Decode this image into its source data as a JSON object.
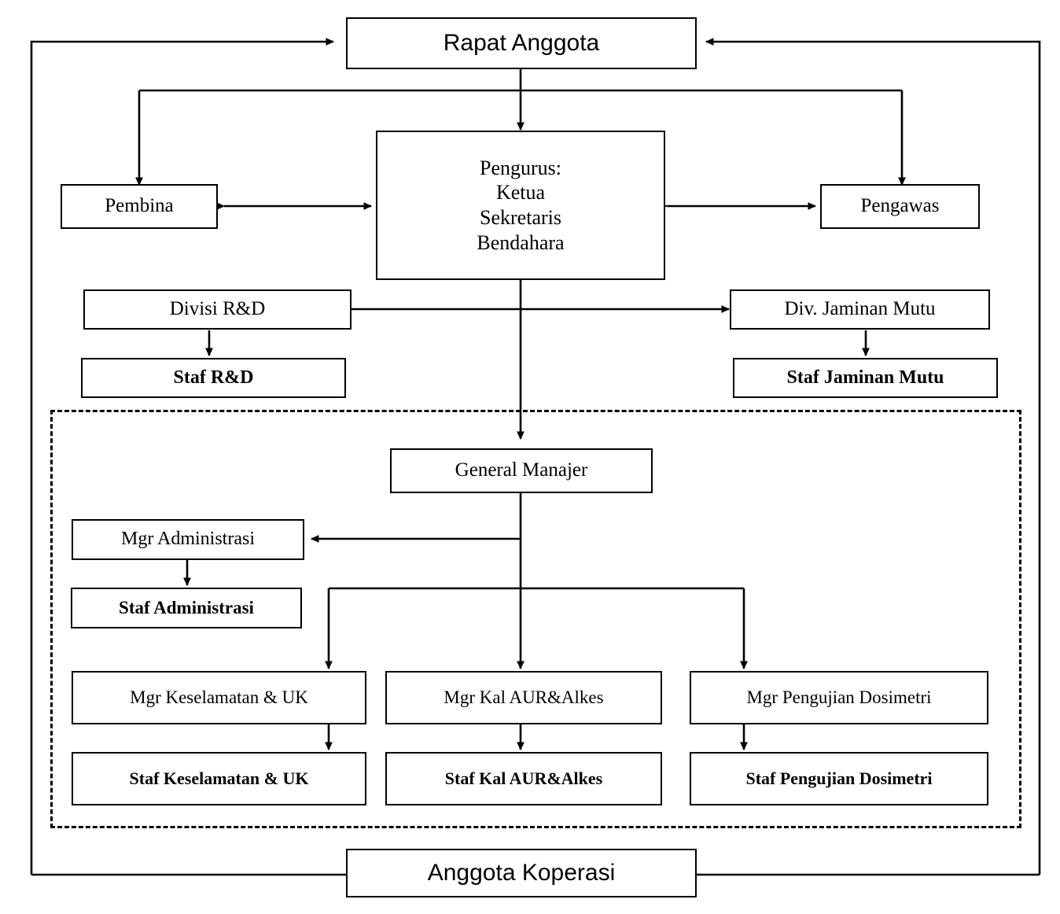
{
  "diagram": {
    "title": "Struktur Organisasi Koperasi",
    "type": "organizational-chart",
    "background_color": "#ffffff",
    "line_color": "#000000",
    "box_border_color": "#000000"
  },
  "nodes": {
    "rapat_anggota": "Rapat Anggota",
    "pembina": "Pembina",
    "pengawas": "Pengawas",
    "pengurus_line1": "Pengurus:",
    "pengurus_line2": "Ketua",
    "pengurus_line3": "Sekretaris",
    "pengurus_line4": "Bendahara",
    "divisi_rd": "Divisi R&D",
    "staf_rd": "Staf R&D",
    "div_jaminan_mutu": "Div. Jaminan Mutu",
    "staf_jaminan_mutu": "Staf Jaminan Mutu",
    "general_manajer": "General Manajer",
    "mgr_administrasi": "Mgr Administrasi",
    "staf_administrasi": "Staf Administrasi",
    "mgr_keselamatan": "Mgr Keselamatan & UK",
    "staf_keselamatan": "Staf Keselamatan & UK",
    "mgr_kal_aur": "Mgr Kal AUR&Alkes",
    "staf_kal_aur": "Staf Kal AUR&Alkes",
    "mgr_pengujian": "Mgr Pengujian Dosimetri",
    "staf_pengujian": "Staf Pengujian Dosimetri",
    "anggota_koperasi": "Anggota Koperasi"
  }
}
